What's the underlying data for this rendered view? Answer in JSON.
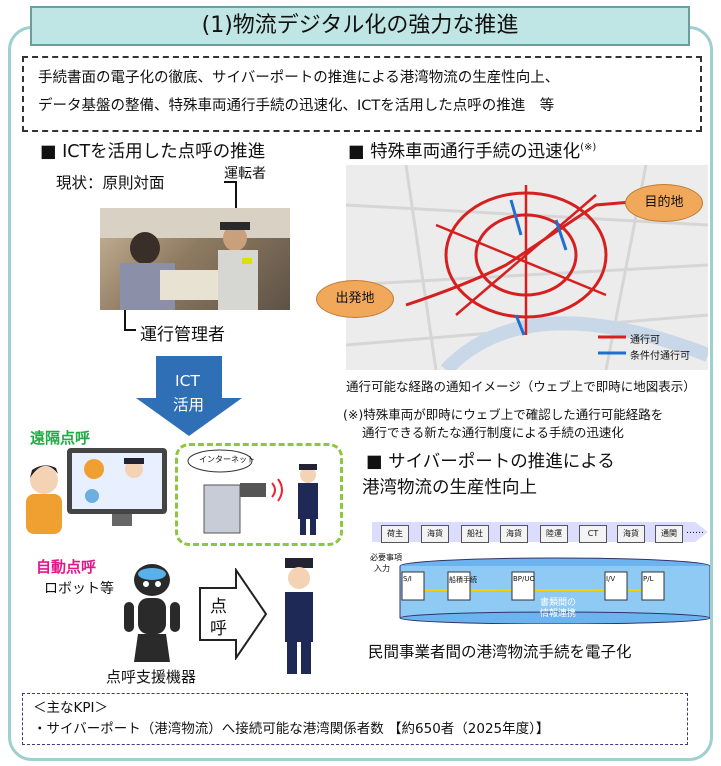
{
  "title": "(1)物流デジタル化の強力な推進",
  "summary": {
    "line1": "手続書面の電子化の徹底、サイバーポートの推進による港湾物流の生産性向上、",
    "line2": "データ基盤の整備、特殊車両通行手続の迅速化、ICTを活用した点呼の推進　等"
  },
  "ict": {
    "heading": "■ ICTを活用した点呼の推進",
    "current_state": "現状：原則対面",
    "driver_label": "運転者",
    "manager_label": "運行管理者",
    "arrow_text_1": "ICT",
    "arrow_text_2": "活用",
    "remote_label": "遠隔点呼",
    "internet_label": "インターネット",
    "auto_label": "自動点呼",
    "robot_label": "ロボット等",
    "tenko_1": "点",
    "tenko_2": "呼",
    "device_label": "点呼支援機器"
  },
  "special_vehicle": {
    "heading": "■ 特殊車両通行手続の迅速化",
    "note_mark": "(※)",
    "destination": "目的地",
    "origin": "出発地",
    "legend_pass": "通行可",
    "legend_conditional": "条件付通行可",
    "map_caption": "通行可能な経路の通知イメージ（ウェブ上で即時に地図表示）",
    "note_line1": "(※)特殊車両が即時にウェブ上で確認した通行可能経路を",
    "note_line2": "通行できる新たな通行制度による手続の迅速化",
    "colors": {
      "pass": "#d62020",
      "conditional": "#1e6fd0"
    }
  },
  "cyberport": {
    "heading_line1": "■ サイバーポートの推進による",
    "heading_line2": "港湾物流の生産性向上",
    "flow": [
      "荷主",
      "海貨",
      "船社",
      "海貨",
      "陸運",
      "CT",
      "海貨",
      "通関"
    ],
    "flow_end": "……",
    "input_label_1": "必要事項",
    "input_label_2": "入力",
    "docs": [
      "S/I",
      "船積手続",
      "BP/UO",
      "I/V",
      "P/L"
    ],
    "hub_1": "書類間の",
    "hub_2": "情報連携",
    "caption": "民間事業者間の港湾物流手続を電子化"
  },
  "kpi": {
    "heading": "＜主なKPI＞",
    "text": "・サイバーポート（港湾物流）へ接続可能な港湾関係者数 【約650者（2025年度）】"
  }
}
